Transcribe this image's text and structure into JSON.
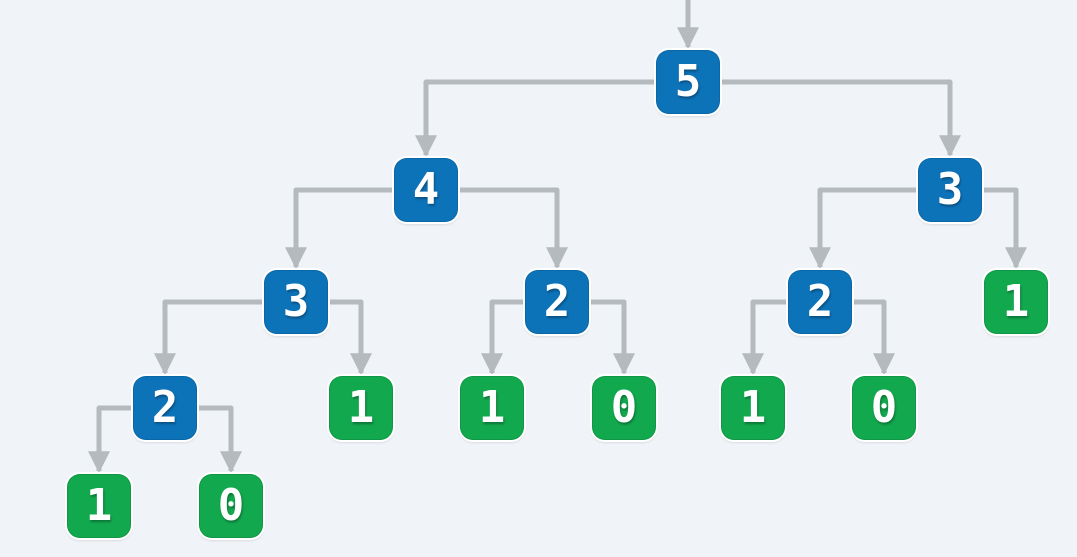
{
  "colors": {
    "background": "#f0f4f8",
    "call_node": "#0d73b9",
    "base_node": "#12a84e",
    "connector": "#b5babe",
    "node_text": "#ffffff"
  },
  "tree": {
    "description_type": "recursion-tree",
    "nodes": [
      {
        "value": "5",
        "type": "call",
        "parent": null
      },
      {
        "value": "4",
        "type": "call",
        "parent": 0
      },
      {
        "value": "3",
        "type": "call",
        "parent": 0
      },
      {
        "value": "3",
        "type": "call",
        "parent": 1
      },
      {
        "value": "2",
        "type": "call",
        "parent": 1
      },
      {
        "value": "2",
        "type": "call",
        "parent": 2
      },
      {
        "value": "1",
        "type": "base",
        "parent": 2
      },
      {
        "value": "2",
        "type": "call",
        "parent": 3
      },
      {
        "value": "1",
        "type": "base",
        "parent": 3
      },
      {
        "value": "1",
        "type": "base",
        "parent": 4
      },
      {
        "value": "0",
        "type": "base",
        "parent": 4
      },
      {
        "value": "1",
        "type": "base",
        "parent": 5
      },
      {
        "value": "0",
        "type": "base",
        "parent": 5
      },
      {
        "value": "1",
        "type": "base",
        "parent": 7
      },
      {
        "value": "0",
        "type": "base",
        "parent": 7
      }
    ]
  }
}
